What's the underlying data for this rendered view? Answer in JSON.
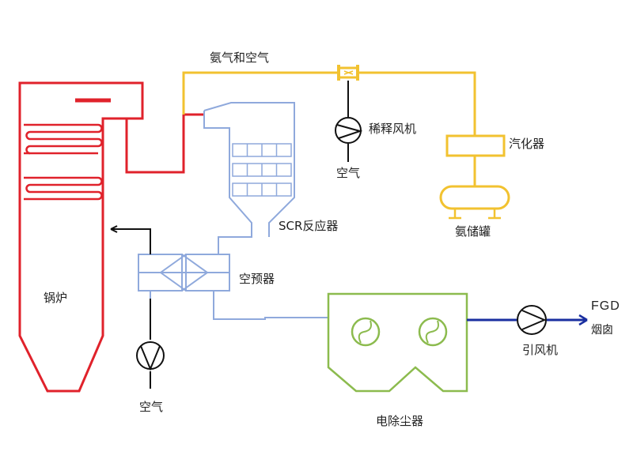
{
  "labels": {
    "ammonia_air": "氨气和空气",
    "dilution_fan": "稀释风机",
    "air_top": "空气",
    "vaporizer": "汽化器",
    "ammonia_tank": "氨储罐",
    "scr_reactor": "SCR反应器",
    "air_preheater": "空预器",
    "boiler": "锅炉",
    "air_bottom": "空气",
    "esp": "电除尘器",
    "id_fan": "引风机",
    "fgd": "FGD",
    "chimney": "烟囱"
  },
  "colors": {
    "boiler": "#e0222b",
    "ammonia_line": "#f2c230",
    "scr": "#8fa9dc",
    "air_line": "#111111",
    "esp": "#8cbb4e",
    "flue_to_fgd": "#1a2fa0",
    "fan": "#111111"
  }
}
